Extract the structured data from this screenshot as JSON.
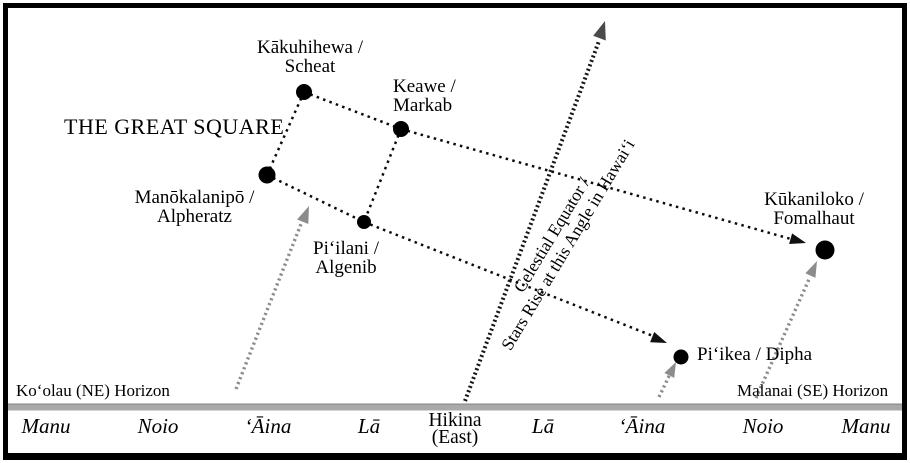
{
  "colors": {
    "ink": "#000000",
    "gray_arrow": "#8c8c8c",
    "horizon_bar": "#a9a9a9"
  },
  "title": "THE GREAT SQUARE",
  "stars": {
    "scheat": {
      "line1": "Kākuhihewa /",
      "line2": "Scheat"
    },
    "markab": {
      "line1": "Keawe /",
      "line2": "Markab"
    },
    "alpheratz": {
      "line1": "Manōkalanipō /",
      "line2": "Alpheratz"
    },
    "algenib": {
      "line1": "Pi‘ilani /",
      "line2": "Algenib"
    },
    "fomalhaut": {
      "line1": "Kūkaniloko /",
      "line2": "Fomalhaut"
    },
    "dipha": {
      "label": "Pi‘ikea / Dipha"
    }
  },
  "equator_label": {
    "line1": "Celestial Equator /",
    "line2": "Stars Rise at this Angle in Hawai‘i"
  },
  "horizons": {
    "northeast": "Ko‘olau (NE) Horizon",
    "southeast": "Malanai (SE) Horizon"
  },
  "compass": [
    {
      "label": "Manu"
    },
    {
      "label": "Noio"
    },
    {
      "label": "‘Āina"
    },
    {
      "label": "Lā"
    },
    {
      "label": "Hikina",
      "sub": "(East)"
    },
    {
      "label": "Lā"
    },
    {
      "label": "‘Āina"
    },
    {
      "label": "Noio"
    },
    {
      "label": "Manu"
    }
  ]
}
